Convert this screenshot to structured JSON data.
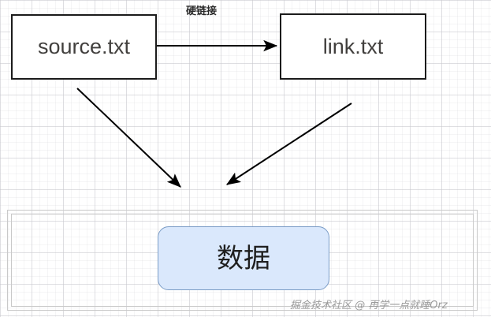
{
  "diagram": {
    "nodes": {
      "source_file": {
        "label": "source.txt"
      },
      "link_file": {
        "label": "link.txt"
      },
      "data_block": {
        "label": "数据"
      }
    },
    "edges": {
      "hard_link": {
        "label": "硬链接"
      }
    },
    "watermark": {
      "text": "掘金技术社区 @ 再学一点就睡Orz"
    },
    "colors": {
      "node_border": "#1b1b1b",
      "node_fill": "#ffffff",
      "data_fill": "#dae8fc",
      "data_border": "#7a9cc6",
      "arrow": "#000000",
      "container_border": "#c9c9c9",
      "grid_major": "#c8c8cd",
      "grid_minor": "#d2d2d7",
      "watermark": "#9a9a9a"
    }
  }
}
